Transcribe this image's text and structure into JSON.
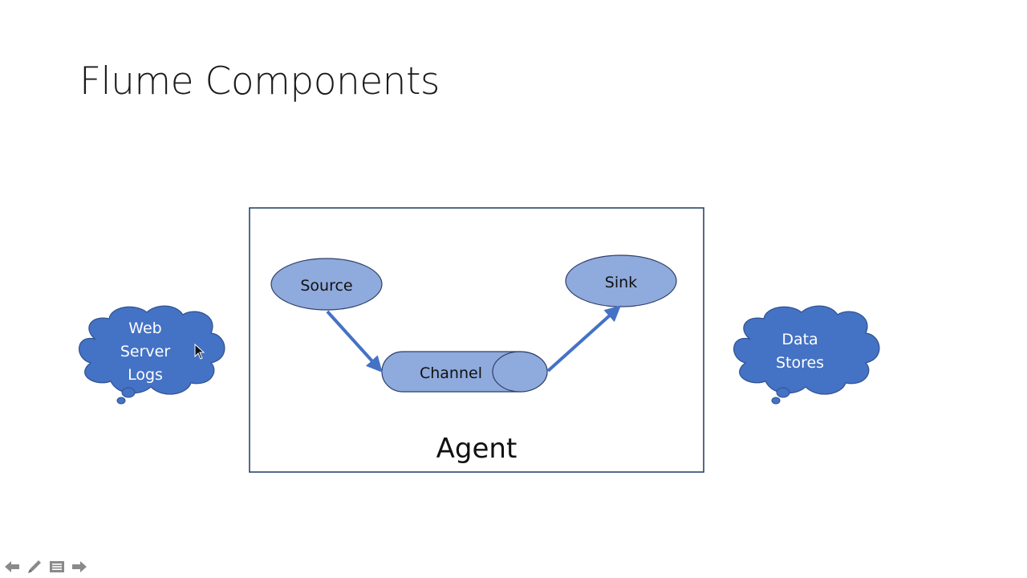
{
  "slide": {
    "title": "Flume Components"
  },
  "diagram": {
    "agent_label": "Agent",
    "source_label": "Source",
    "channel_label": "Channel",
    "sink_label": "Sink",
    "input_cloud": {
      "lines": [
        "Web",
        "Server",
        "Logs"
      ]
    },
    "output_cloud": {
      "lines": [
        "Data",
        "Stores"
      ]
    }
  },
  "colors": {
    "cloud_fill": "#4472c4",
    "cloud_stroke": "#2f528f",
    "component_fill": "#8faadc",
    "component_stroke": "#2f3f6a",
    "arrow": "#4472c4",
    "agent_border": "#1f3864"
  },
  "nav": {
    "icons": [
      "arrow-left-icon",
      "pen-icon",
      "slides-menu-icon",
      "arrow-right-icon"
    ]
  }
}
